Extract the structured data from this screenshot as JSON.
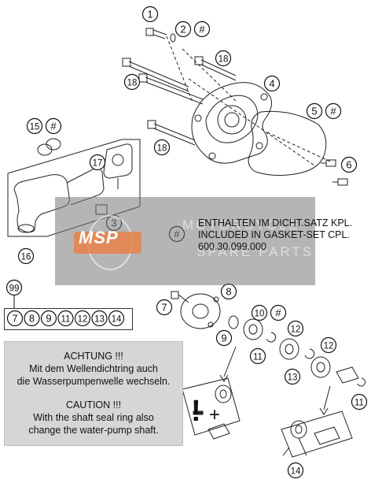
{
  "callouts": [
    {
      "id": "c1",
      "label": "1",
      "hash": false
    },
    {
      "id": "c2",
      "label": "2",
      "hash": true
    },
    {
      "id": "c3",
      "label": "3",
      "hash": false
    },
    {
      "id": "c4",
      "label": "4",
      "hash": false
    },
    {
      "id": "c5",
      "label": "5",
      "hash": true
    },
    {
      "id": "c6",
      "label": "6",
      "hash": false
    },
    {
      "id": "c7",
      "label": "7",
      "hash": false
    },
    {
      "id": "c8",
      "label": "8",
      "hash": false
    },
    {
      "id": "c9",
      "label": "9",
      "hash": false
    },
    {
      "id": "c10",
      "label": "10",
      "hash": true
    },
    {
      "id": "c11a",
      "label": "11",
      "hash": false
    },
    {
      "id": "c11b",
      "label": "11",
      "hash": false
    },
    {
      "id": "c12a",
      "label": "12",
      "hash": false
    },
    {
      "id": "c12b",
      "label": "12",
      "hash": false
    },
    {
      "id": "c13",
      "label": "13",
      "hash": false
    },
    {
      "id": "c14",
      "label": "14",
      "hash": false
    },
    {
      "id": "c15",
      "label": "15",
      "hash": true
    },
    {
      "id": "c16",
      "label": "16",
      "hash": false
    },
    {
      "id": "c17",
      "label": "17",
      "hash": false
    },
    {
      "id": "c18a",
      "label": "18",
      "hash": false
    },
    {
      "id": "c18b",
      "label": "18",
      "hash": false
    },
    {
      "id": "c18c",
      "label": "18",
      "hash": false
    },
    {
      "id": "c99",
      "label": "99",
      "hash": false
    }
  ],
  "kit_items": [
    "7",
    "8",
    "9",
    "11",
    "12",
    "13",
    "14"
  ],
  "hash_symbol": "#",
  "gasket_note": {
    "line1": "ENTHALTEN IM DICHT.SATZ KPL.",
    "line2": "INCLUDED IN GASKET-SET CPL.",
    "line3": "600.30.099.000"
  },
  "warning": {
    "de_title": "ACHTUNG !!!",
    "de_line1": "Mit dem Wellendichtring auch",
    "de_line2": "die Wasserpumpenwelle wechseln.",
    "en_title": "CAUTION !!!",
    "en_line1": "With the shaft seal ring also",
    "en_line2": "change the water-pump shaft."
  },
  "symbols": {
    "exclamation": "!",
    "plus": "+"
  },
  "watermark": {
    "brand": "MSP",
    "text1": "MOTORCYCLE",
    "text2": "SPARE PARTS"
  },
  "colors": {
    "watermark_orange": "#e8824a",
    "line": "#222222"
  }
}
